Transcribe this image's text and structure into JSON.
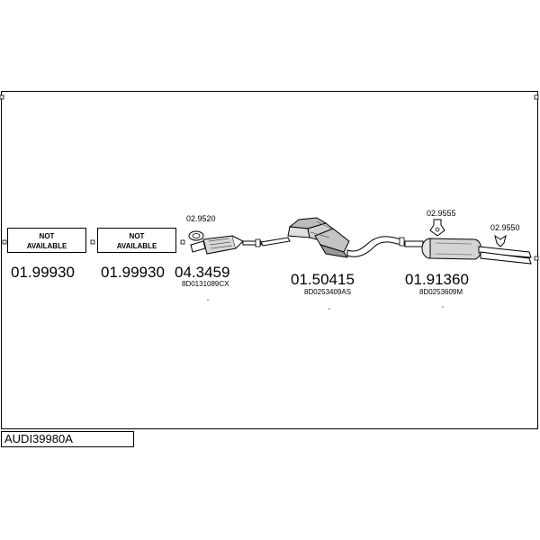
{
  "diagram_code": "AUDI39980A",
  "not_available": {
    "line1": "NOT",
    "line2": "AVAILABLE"
  },
  "parts": [
    {
      "number": "01.99930"
    },
    {
      "number": "01.99930"
    },
    {
      "number": "04.3459",
      "oem": "8D0131089CX"
    },
    {
      "number": "01.50415",
      "oem": "8D0253409AS"
    },
    {
      "number": "01.91360",
      "oem": "8D0253609M"
    }
  ],
  "accessories": [
    {
      "number": "02.9520"
    },
    {
      "number": "02.9555"
    },
    {
      "number": "02.9550"
    }
  ]
}
